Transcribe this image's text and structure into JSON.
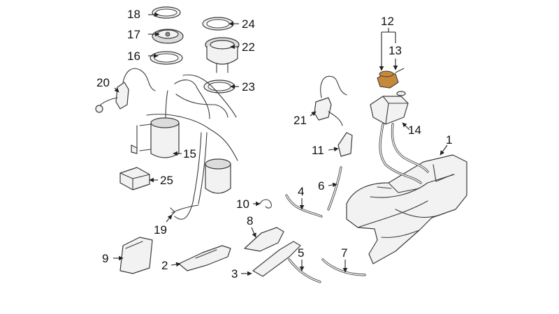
{
  "diagram": {
    "highlight_color": "#c8883a",
    "line_color": "#3a3a3a",
    "callouts": {
      "c1": "1",
      "c2": "2",
      "c3": "3",
      "c4": "4",
      "c5": "5",
      "c6": "6",
      "c7": "7",
      "c8": "8",
      "c9": "9",
      "c10": "10",
      "c11": "11",
      "c12": "12",
      "c13": "13",
      "c14": "14",
      "c15": "15",
      "c16": "16",
      "c17": "17",
      "c18": "18",
      "c19": "19",
      "c20": "20",
      "c21": "21",
      "c22": "22",
      "c23": "23",
      "c24": "24",
      "c25": "25"
    }
  }
}
